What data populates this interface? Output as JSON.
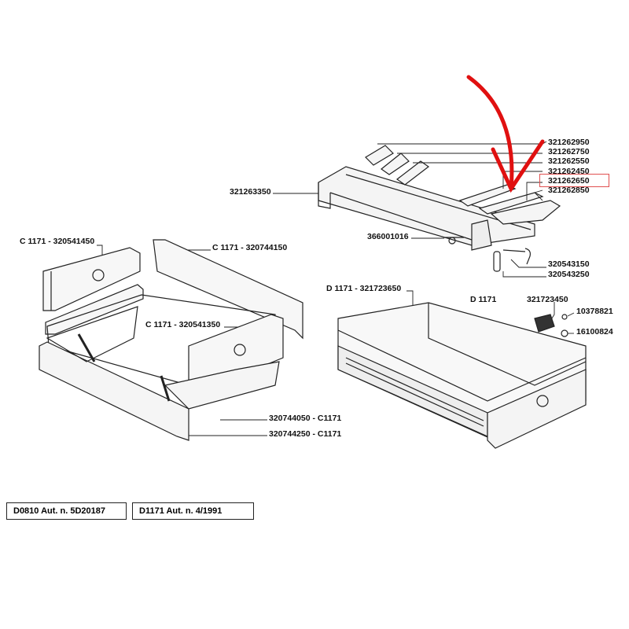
{
  "parts": {
    "p321262950": "321262950",
    "p321262750": "321262750",
    "p321262550": "321262550",
    "p321262450": "321262450",
    "p321262650": "321262650",
    "p321262850": "321262850",
    "p321263350": "321263350",
    "p366001016": "366001016",
    "p320543150": "320543150",
    "p320543250": "320543250",
    "p320541450": "C 1171 - 320541450",
    "p320744150": "C 1171 - 320744150",
    "p321723650": "D 1171 - 321723650",
    "d1171": "D 1171",
    "p321723450": "321723450",
    "p10378821": "10378821",
    "p16100824": "16100824",
    "p320541350": "C 1171 - 320541350",
    "p320744050": "320744050 - C1171",
    "p320744250": "320744250 - C1171"
  },
  "highlighted_part": "321262650",
  "authorizations": [
    "D0810 Aut. n. 5D20187",
    "D1171 Aut. n. 4/1991"
  ],
  "colors": {
    "arrow": "#e01010",
    "highlight_box": "#e05050",
    "line": "#222222"
  }
}
